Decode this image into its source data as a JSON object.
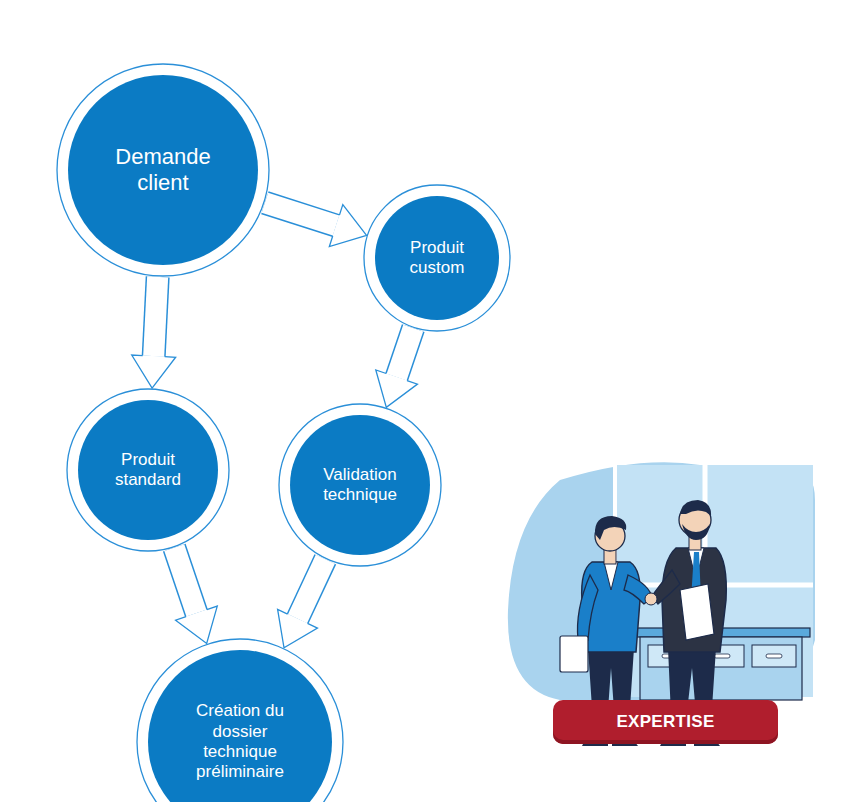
{
  "diagram": {
    "nodes": [
      {
        "text": [
          "Demande client"
        ]
      },
      {
        "text": [
          "Produit custom"
        ]
      },
      {
        "text": [
          "Produit standard"
        ]
      },
      {
        "text": [
          "Validation technique"
        ]
      },
      {
        "text": [
          "Création du dossier technique préliminaire"
        ]
      }
    ],
    "edges": [
      {
        "from": 0,
        "to": 1,
        "arrow": "to"
      },
      {
        "from": 0,
        "to": 2,
        "arrow": "to"
      },
      {
        "from": 1,
        "to": 3,
        "arrow": "to"
      },
      {
        "from": 2,
        "to": 4,
        "arrow": "to"
      },
      {
        "from": 3,
        "to": 4,
        "arrow": "to"
      }
    ],
    "labels": [
      "EXPERTISE"
    ]
  }
}
